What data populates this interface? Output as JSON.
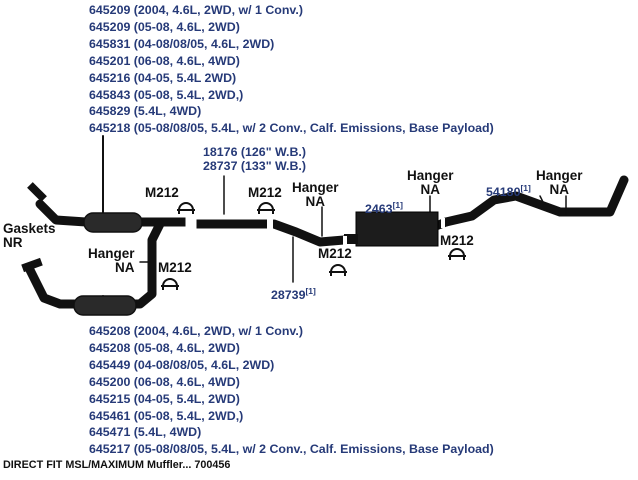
{
  "top_parts": [
    "645209 (2004, 4.6L, 2WD, w/ 1 Conv.)",
    "645209 (05-08, 4.6L, 2WD)",
    "645831 (04-08/08/05, 4.6L, 2WD)",
    "645201 (06-08, 4.6L, 4WD)",
    "645216 (04-05, 5.4L 2WD)",
    "645843 (05-08, 5.4L, 2WD,)",
    "645829 (5.4L, 4WD)",
    "645218 (05-08/08/05, 5.4L, w/ 2 Conv., Calf. Emissions, Base Payload)"
  ],
  "bottom_parts": [
    "645208 (2004, 4.6L, 2WD, w/ 1 Conv.)",
    "645208 (05-08, 4.6L, 2WD)",
    "645449 (04-08/08/05, 4.6L, 2WD)",
    "645200 (06-08, 4.6L, 4WD)",
    "645215 (04-05, 5.4L, 2WD)",
    "645461 (05-08, 5.4L, 2WD,)",
    "645471 (5.4L, 4WD)",
    "645217 (05-08/08/05, 5.4L, w/ 2 Conv., Calf. Emissions, Base Payload)"
  ],
  "labels": {
    "gaskets_1": "Gaskets",
    "gaskets_2": "NR",
    "hanger_left_1": "Hanger",
    "hanger_left_2": "NA",
    "m212_bottom": "M212",
    "m212_a": "M212",
    "m212_b": "M212",
    "pipe_126": "18176 (126\" W.B.)",
    "pipe_133": "28737 (133\" W.B.)",
    "hanger_mid_1": "Hanger",
    "hanger_mid_2": "NA",
    "m212_c": "M212",
    "part_28739": "28739",
    "muffler_2463": "2463",
    "hanger_right_1": "Hanger",
    "hanger_right_2": "NA",
    "m212_d": "M212",
    "tail_54180": "54180",
    "hanger_far_1": "Hanger",
    "hanger_far_2": "NA",
    "note_1": "[1]"
  },
  "footer": "DIRECT FIT MSL/MAXIMUM Muffler... 700456",
  "colors": {
    "part_text": "#263a78",
    "pipe": "#111111"
  }
}
